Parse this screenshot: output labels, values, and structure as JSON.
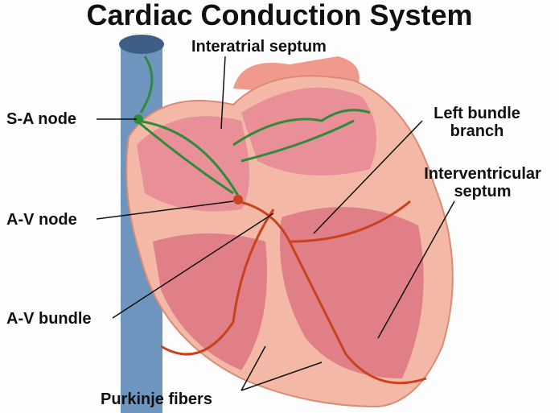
{
  "title": "Cardiac Conduction System",
  "labels": {
    "sa_node": "S-A node",
    "av_node": "A-V node",
    "av_bundle": "A-V bundle",
    "interatrial": "Interatrial septum",
    "left_bundle_1": "Left bundle",
    "left_bundle_2": "branch",
    "interventricular_1": "Interventricular",
    "interventricular_2": "septum",
    "purkinje": "Purkinje fibers"
  },
  "colors": {
    "vein": "#6e95be",
    "heart": "#f3b9a6",
    "chamber": "#e88f97",
    "conduction_green": "#2e8b3a",
    "conduction_red": "#c8421e"
  }
}
